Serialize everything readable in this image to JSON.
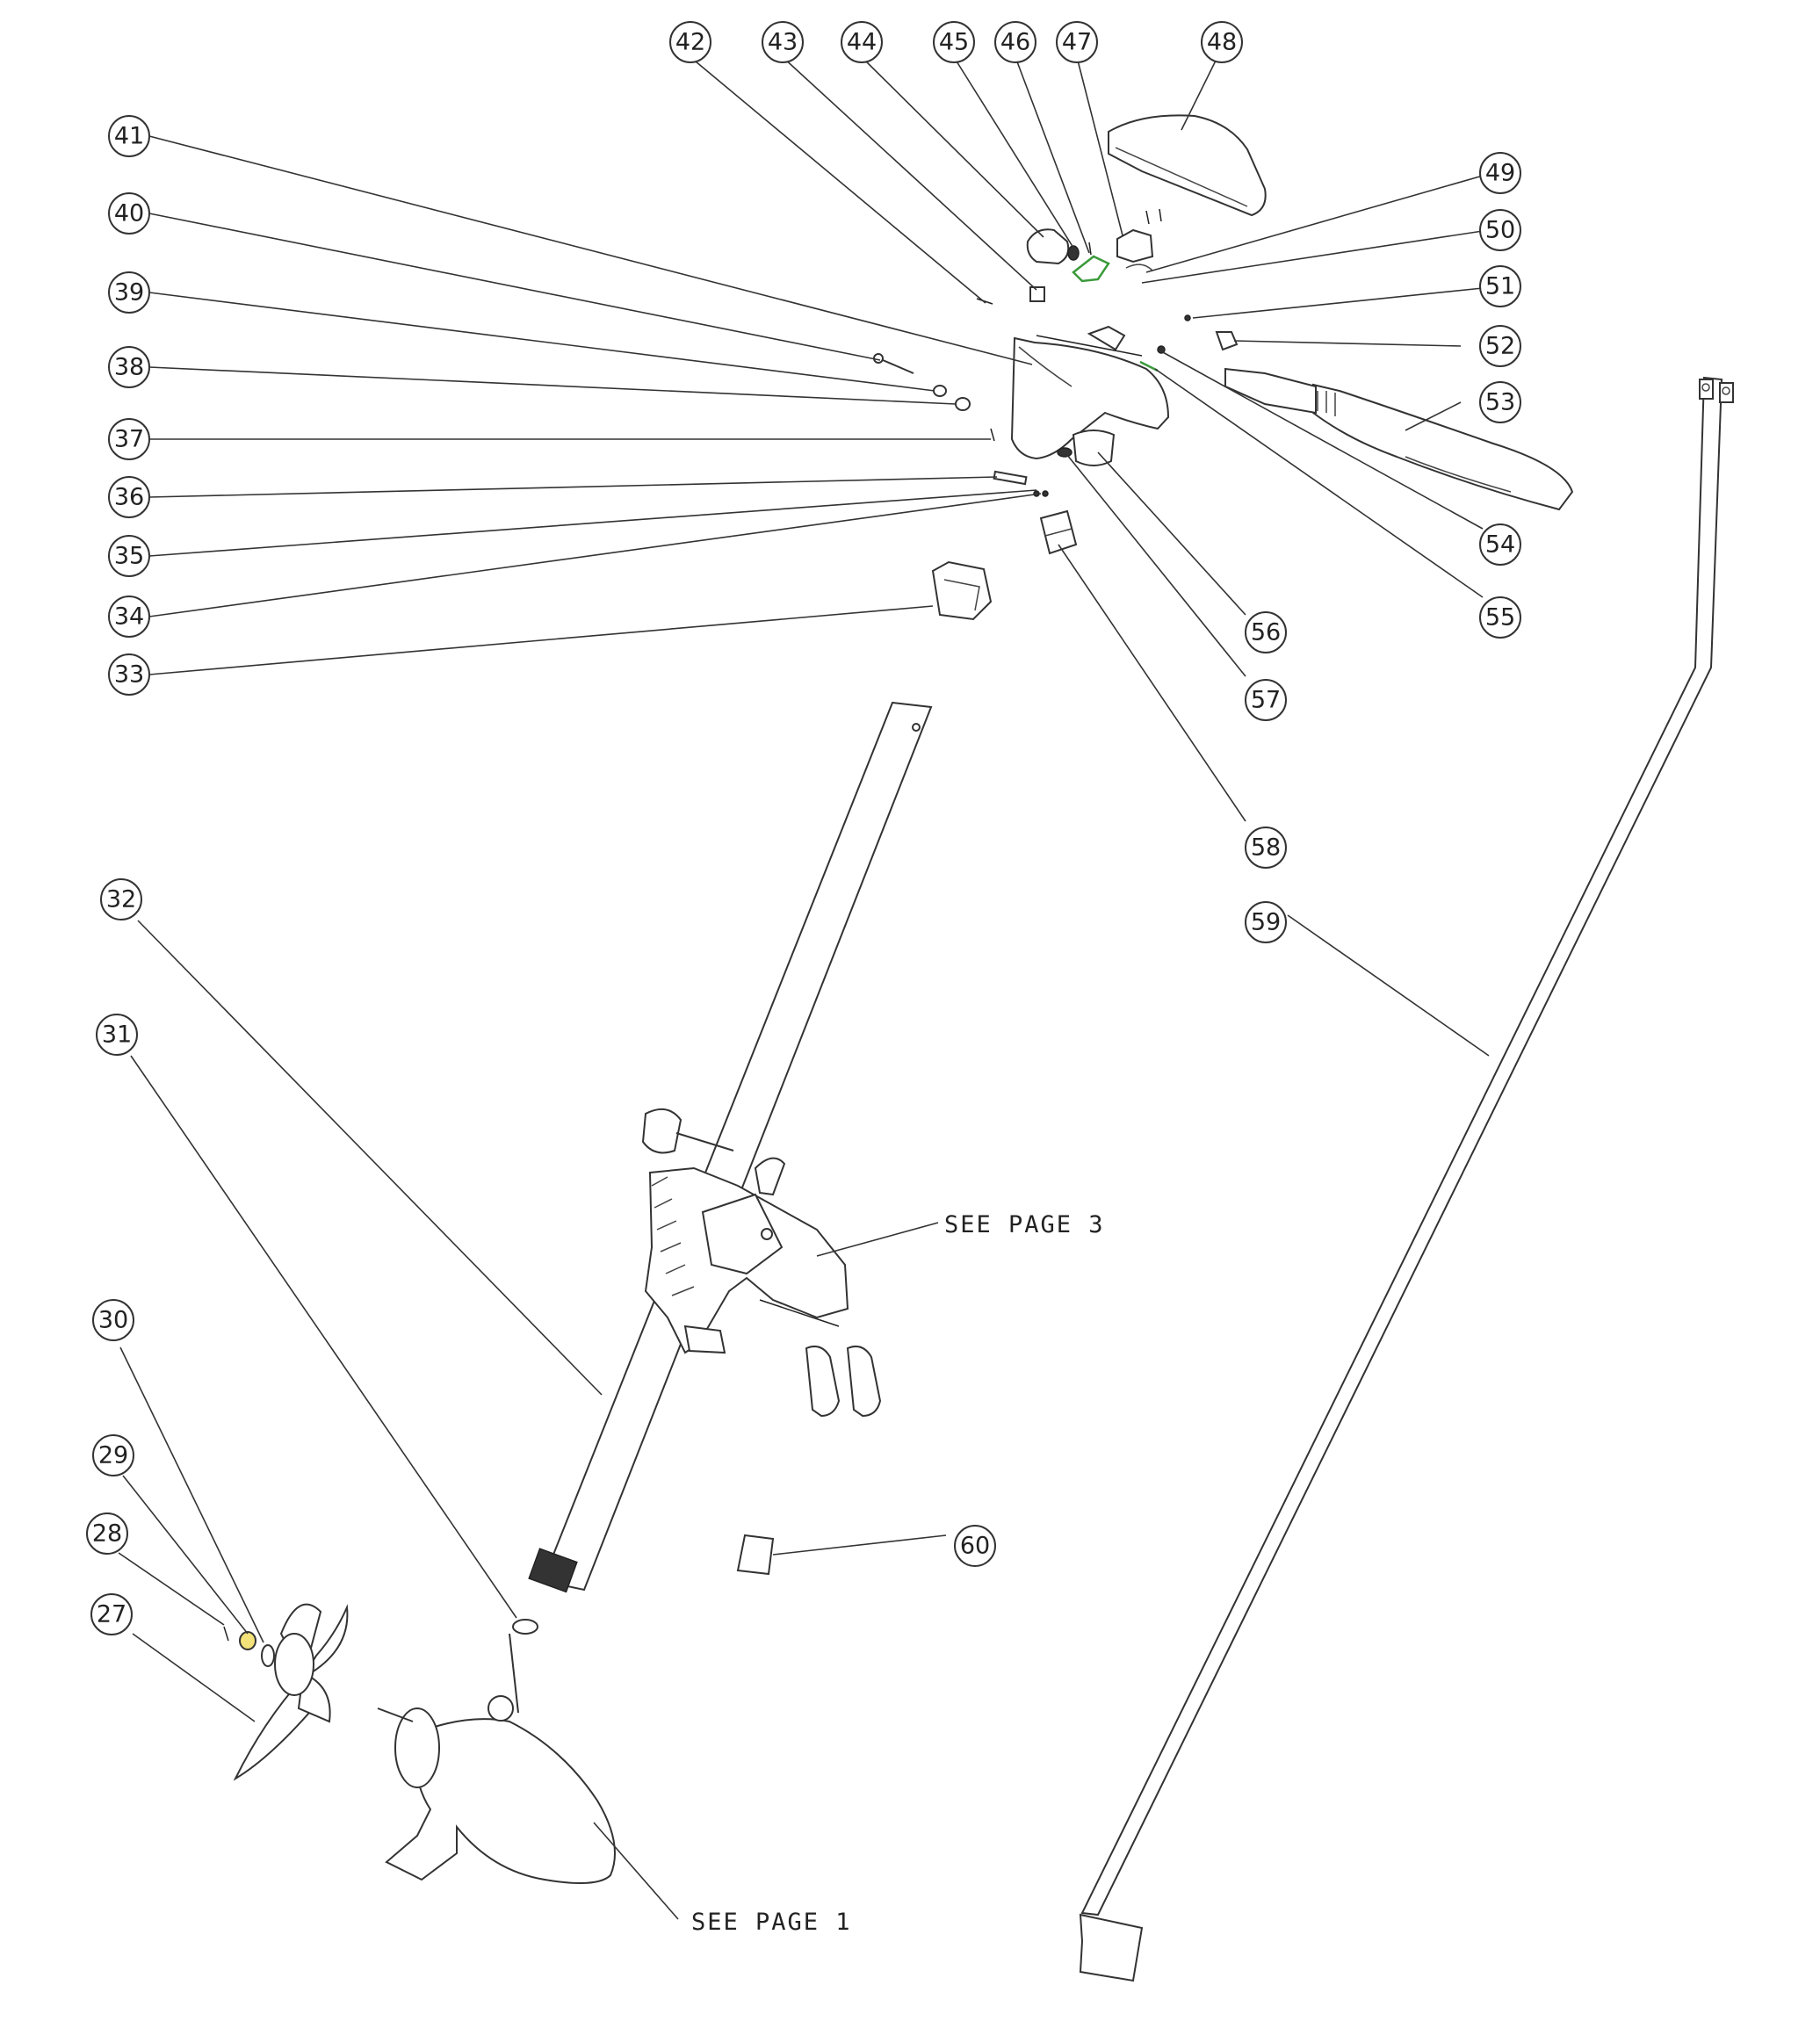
{
  "callouts": {
    "c27": "27",
    "c28": "28",
    "c29": "29",
    "c30": "30",
    "c31": "31",
    "c32": "32",
    "c33": "33",
    "c34": "34",
    "c35": "35",
    "c36": "36",
    "c37": "37",
    "c38": "38",
    "c39": "39",
    "c40": "40",
    "c41": "41",
    "c42": "42",
    "c43": "43",
    "c44": "44",
    "c45": "45",
    "c46": "46",
    "c47": "47",
    "c48": "48",
    "c49": "49",
    "c50": "50",
    "c51": "51",
    "c52": "52",
    "c53": "53",
    "c54": "54",
    "c55": "55",
    "c56": "56",
    "c57": "57",
    "c58": "58",
    "c59": "59",
    "c60": "60"
  },
  "notes": {
    "see_page_3": "SEE PAGE 3",
    "see_page_1": "SEE PAGE 1"
  },
  "colors": {
    "line": "#333333",
    "highlight_green": "#3a9a3a",
    "highlight_yellow": "#f3e27a"
  }
}
